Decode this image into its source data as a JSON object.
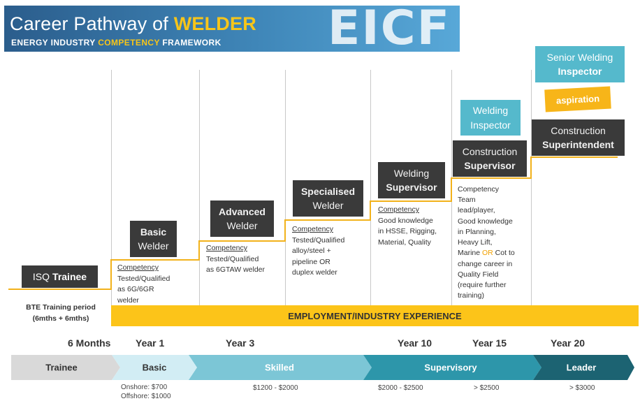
{
  "header": {
    "title_prefix": "Career Pathway of ",
    "title_highlight": "WELDER",
    "subtitle_prefix": "ENERGY INDUSTRY ",
    "subtitle_highlight": "COMPETENCY",
    "subtitle_suffix": " FRAMEWORK",
    "logo_text": "EICF"
  },
  "trainee": {
    "label_normal": "ISQ",
    "label_bold": "Trainee",
    "note_line1": "BTE Training period",
    "note_line2": "(6mths + 6mths)"
  },
  "positions": {
    "basic": {
      "line1": "Basic",
      "line2": "Welder"
    },
    "advanced": {
      "line1": "Advanced",
      "line2": "Welder"
    },
    "specialised": {
      "line1": "Specialised",
      "line2": "Welder"
    },
    "welding_supervisor": {
      "line1": "Welding",
      "line2": "Supervisor"
    },
    "construction_supervisor": {
      "line1": "Construction",
      "line2": "Supervisor"
    },
    "welding_inspector": {
      "line1": "Welding",
      "line2": "Inspector"
    },
    "construction_superintendent": {
      "line1": "Construction",
      "line2": "Superintendent"
    },
    "senior_welding_inspector": {
      "line1": "Senior Welding",
      "line2": "Inspector"
    },
    "aspiration": "aspiration"
  },
  "competencies": {
    "basic": {
      "title": "Competency",
      "lines": [
        "Tested/Qualified",
        "as 6G/6GR",
        "welder"
      ]
    },
    "advanced": {
      "title": "Competency",
      "lines": [
        "Tested/Qualified",
        "as 6GTAW welder"
      ]
    },
    "specialised": {
      "title": "Competency",
      "lines": [
        "Tested/Qualified",
        "alloy/steel +",
        "pipeline OR",
        "duplex welder"
      ]
    },
    "welding_supervisor": {
      "title": "Competency",
      "lines": [
        "Good knowledge",
        "in HSSE, Rigging,",
        "Material, Quality"
      ]
    },
    "construction_supervisor": {
      "title": "Competency",
      "lines": [
        "Team",
        "lead/player,",
        "Good knowledge",
        "in Planning,",
        "Heavy Lift,"
      ],
      "line_marine_before": "Marine ",
      "line_marine_hl": "OR",
      "line_marine_after": " Cot to",
      "lines_after": [
        "change career in",
        "Quality Field",
        "(require further",
        "training)"
      ]
    }
  },
  "employment_bar": "EMPLOYMENT/INDUSTRY EXPERIENCE",
  "years": [
    "6 Months",
    "Year 1",
    "Year 3",
    "Year 10",
    "Year 15",
    "Year 20"
  ],
  "stages": [
    "Trainee",
    "Basic",
    "Skilled",
    "Supervisory",
    "Leader"
  ],
  "salaries": {
    "basic_onshore": "Onshore: $700",
    "basic_offshore": "Offshore: $1000",
    "skilled": "$1200 - $2000",
    "supervisory": "$2000 - $2500",
    "year15": "> $2500",
    "leader": "> $3000"
  },
  "colors": {
    "gold": "#fcc419",
    "dark_box": "#3a3a3a",
    "light_box": "#55b9cc",
    "stage_trainee": "#d9d9d9",
    "stage_basic": "#d2edf4",
    "stage_skilled": "#7cc6d6",
    "stage_supervisory": "#2d96aa",
    "stage_leader": "#1c6372"
  }
}
